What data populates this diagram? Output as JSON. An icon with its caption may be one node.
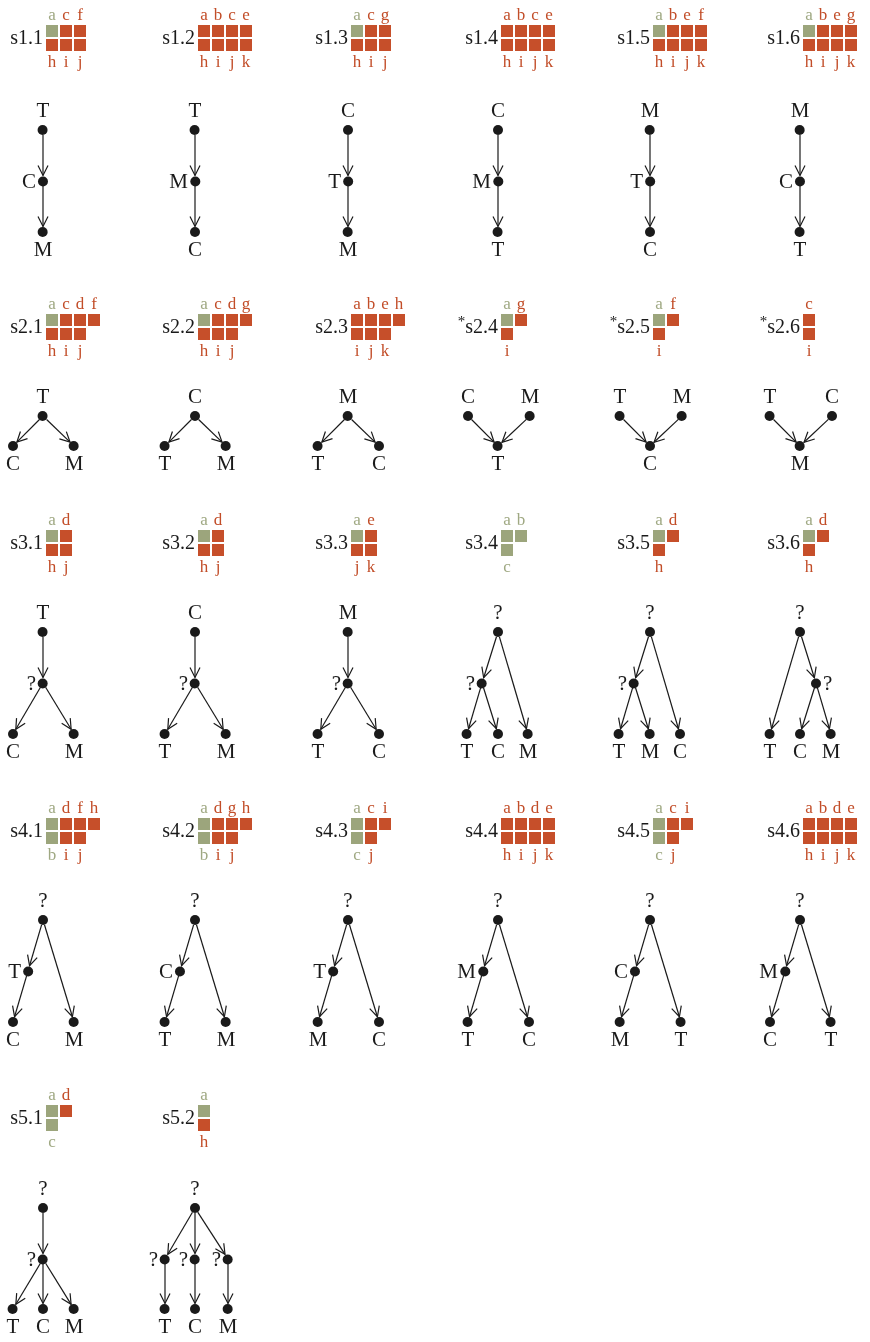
{
  "diagram": {
    "nodes": [
      {
        "text": [
          "T"
        ]
      },
      {
        "text": [
          "C"
        ]
      },
      {
        "text": [
          "M"
        ]
      },
      {
        "text": [
          "T"
        ]
      },
      {
        "text": [
          "M"
        ]
      },
      {
        "text": [
          "C"
        ]
      },
      {
        "text": [
          "C"
        ]
      },
      {
        "text": [
          "T"
        ]
      },
      {
        "text": [
          "M"
        ]
      },
      {
        "text": [
          "C"
        ]
      },
      {
        "text": [
          "M"
        ]
      },
      {
        "text": [
          "T"
        ]
      },
      {
        "text": [
          "M"
        ]
      },
      {
        "text": [
          "T"
        ]
      },
      {
        "text": [
          "C"
        ]
      },
      {
        "text": [
          "M"
        ]
      },
      {
        "text": [
          "C"
        ]
      },
      {
        "text": [
          "T"
        ]
      },
      {
        "text": [
          "T"
        ]
      },
      {
        "text": [
          "C"
        ]
      },
      {
        "text": [
          "M"
        ]
      },
      {
        "text": [
          "C"
        ]
      },
      {
        "text": [
          "T"
        ]
      },
      {
        "text": [
          "M"
        ]
      },
      {
        "text": [
          "M"
        ]
      },
      {
        "text": [
          "T"
        ]
      },
      {
        "text": [
          "C"
        ]
      },
      {
        "text": [
          "C"
        ]
      },
      {
        "text": [
          "M"
        ]
      },
      {
        "text": [
          "T"
        ]
      },
      {
        "text": [
          "T"
        ]
      },
      {
        "text": [
          "M"
        ]
      },
      {
        "text": [
          "C"
        ]
      },
      {
        "text": [
          "T"
        ]
      },
      {
        "text": [
          "C"
        ]
      },
      {
        "text": [
          "M"
        ]
      },
      {
        "text": [
          "T"
        ]
      },
      {
        "text": [
          "?"
        ]
      },
      {
        "text": [
          "C"
        ]
      },
      {
        "text": [
          "M"
        ]
      },
      {
        "text": [
          "C"
        ]
      },
      {
        "text": [
          "?"
        ]
      },
      {
        "text": [
          "T"
        ]
      },
      {
        "text": [
          "M"
        ]
      },
      {
        "text": [
          "M"
        ]
      },
      {
        "text": [
          "?"
        ]
      },
      {
        "text": [
          "T"
        ]
      },
      {
        "text": [
          "C"
        ]
      },
      {
        "text": [
          "?"
        ]
      },
      {
        "text": [
          "?"
        ]
      },
      {
        "text": [
          "T"
        ]
      },
      {
        "text": [
          "C"
        ]
      },
      {
        "text": [
          "M"
        ]
      },
      {
        "text": [
          "?"
        ]
      },
      {
        "text": [
          "?"
        ]
      },
      {
        "text": [
          "T"
        ]
      },
      {
        "text": [
          "M"
        ]
      },
      {
        "text": [
          "C"
        ]
      },
      {
        "text": [
          "?"
        ]
      },
      {
        "text": [
          "?"
        ]
      },
      {
        "text": [
          "T"
        ]
      },
      {
        "text": [
          "C"
        ]
      },
      {
        "text": [
          "M"
        ]
      },
      {
        "text": [
          "?"
        ]
      },
      {
        "text": [
          "T"
        ]
      },
      {
        "text": [
          "C"
        ]
      },
      {
        "text": [
          "M"
        ]
      },
      {
        "text": [
          "?"
        ]
      },
      {
        "text": [
          "C"
        ]
      },
      {
        "text": [
          "T"
        ]
      },
      {
        "text": [
          "M"
        ]
      },
      {
        "text": [
          "?"
        ]
      },
      {
        "text": [
          "T"
        ]
      },
      {
        "text": [
          "M"
        ]
      },
      {
        "text": [
          "C"
        ]
      },
      {
        "text": [
          "?"
        ]
      },
      {
        "text": [
          "M"
        ]
      },
      {
        "text": [
          "T"
        ]
      },
      {
        "text": [
          "C"
        ]
      },
      {
        "text": [
          "?"
        ]
      },
      {
        "text": [
          "C"
        ]
      },
      {
        "text": [
          "M"
        ]
      },
      {
        "text": [
          "T"
        ]
      },
      {
        "text": [
          "?"
        ]
      },
      {
        "text": [
          "M"
        ]
      },
      {
        "text": [
          "C"
        ]
      },
      {
        "text": [
          "T"
        ]
      },
      {
        "text": [
          "?"
        ]
      },
      {
        "text": [
          "?"
        ]
      },
      {
        "text": [
          "T"
        ]
      },
      {
        "text": [
          "C"
        ]
      },
      {
        "text": [
          "M"
        ]
      },
      {
        "text": [
          "?"
        ]
      },
      {
        "text": [
          "?"
        ]
      },
      {
        "text": [
          "?"
        ]
      },
      {
        "text": [
          "?"
        ]
      },
      {
        "text": [
          "T"
        ]
      },
      {
        "text": [
          "C"
        ]
      },
      {
        "text": [
          "M"
        ]
      }
    ],
    "edges": [
      {
        "from": 0,
        "to": 1,
        "arrow": "to"
      },
      {
        "from": 1,
        "to": 2,
        "arrow": "to"
      },
      {
        "from": 3,
        "to": 4,
        "arrow": "to"
      },
      {
        "from": 4,
        "to": 5,
        "arrow": "to"
      },
      {
        "from": 6,
        "to": 7,
        "arrow": "to"
      },
      {
        "from": 7,
        "to": 8,
        "arrow": "to"
      },
      {
        "from": 9,
        "to": 10,
        "arrow": "to"
      },
      {
        "from": 10,
        "to": 11,
        "arrow": "to"
      },
      {
        "from": 12,
        "to": 13,
        "arrow": "to"
      },
      {
        "from": 13,
        "to": 14,
        "arrow": "to"
      },
      {
        "from": 15,
        "to": 16,
        "arrow": "to"
      },
      {
        "from": 16,
        "to": 17,
        "arrow": "to"
      },
      {
        "from": 18,
        "to": 19,
        "arrow": "to"
      },
      {
        "from": 18,
        "to": 20,
        "arrow": "to"
      },
      {
        "from": 21,
        "to": 22,
        "arrow": "to"
      },
      {
        "from": 21,
        "to": 23,
        "arrow": "to"
      },
      {
        "from": 24,
        "to": 25,
        "arrow": "to"
      },
      {
        "from": 24,
        "to": 26,
        "arrow": "to"
      },
      {
        "from": 27,
        "to": 29,
        "arrow": "to"
      },
      {
        "from": 28,
        "to": 29,
        "arrow": "to"
      },
      {
        "from": 30,
        "to": 32,
        "arrow": "to"
      },
      {
        "from": 31,
        "to": 32,
        "arrow": "to"
      },
      {
        "from": 33,
        "to": 35,
        "arrow": "to"
      },
      {
        "from": 34,
        "to": 35,
        "arrow": "to"
      },
      {
        "from": 36,
        "to": 37,
        "arrow": "to"
      },
      {
        "from": 37,
        "to": 38,
        "arrow": "to"
      },
      {
        "from": 37,
        "to": 39,
        "arrow": "to"
      },
      {
        "from": 40,
        "to": 41,
        "arrow": "to"
      },
      {
        "from": 41,
        "to": 42,
        "arrow": "to"
      },
      {
        "from": 41,
        "to": 43,
        "arrow": "to"
      },
      {
        "from": 44,
        "to": 45,
        "arrow": "to"
      },
      {
        "from": 45,
        "to": 46,
        "arrow": "to"
      },
      {
        "from": 45,
        "to": 47,
        "arrow": "to"
      },
      {
        "from": 48,
        "to": 49,
        "arrow": "to"
      },
      {
        "from": 48,
        "to": 52,
        "arrow": "to"
      },
      {
        "from": 49,
        "to": 50,
        "arrow": "to"
      },
      {
        "from": 49,
        "to": 51,
        "arrow": "to"
      },
      {
        "from": 53,
        "to": 54,
        "arrow": "to"
      },
      {
        "from": 53,
        "to": 57,
        "arrow": "to"
      },
      {
        "from": 54,
        "to": 55,
        "arrow": "to"
      },
      {
        "from": 54,
        "to": 56,
        "arrow": "to"
      },
      {
        "from": 58,
        "to": 59,
        "arrow": "to"
      },
      {
        "from": 58,
        "to": 60,
        "arrow": "to"
      },
      {
        "from": 59,
        "to": 61,
        "arrow": "to"
      },
      {
        "from": 59,
        "to": 62,
        "arrow": "to"
      },
      {
        "from": 63,
        "to": 64,
        "arrow": "to"
      },
      {
        "from": 63,
        "to": 66,
        "arrow": "to"
      },
      {
        "from": 64,
        "to": 65,
        "arrow": "to"
      },
      {
        "from": 67,
        "to": 68,
        "arrow": "to"
      },
      {
        "from": 67,
        "to": 70,
        "arrow": "to"
      },
      {
        "from": 68,
        "to": 69,
        "arrow": "to"
      },
      {
        "from": 71,
        "to": 72,
        "arrow": "to"
      },
      {
        "from": 71,
        "to": 74,
        "arrow": "to"
      },
      {
        "from": 72,
        "to": 73,
        "arrow": "to"
      },
      {
        "from": 75,
        "to": 76,
        "arrow": "to"
      },
      {
        "from": 75,
        "to": 78,
        "arrow": "to"
      },
      {
        "from": 76,
        "to": 77,
        "arrow": "to"
      },
      {
        "from": 79,
        "to": 80,
        "arrow": "to"
      },
      {
        "from": 79,
        "to": 82,
        "arrow": "to"
      },
      {
        "from": 80,
        "to": 81,
        "arrow": "to"
      },
      {
        "from": 83,
        "to": 84,
        "arrow": "to"
      },
      {
        "from": 83,
        "to": 86,
        "arrow": "to"
      },
      {
        "from": 84,
        "to": 85,
        "arrow": "to"
      },
      {
        "from": 87,
        "to": 88,
        "arrow": "to"
      },
      {
        "from": 88,
        "to": 89,
        "arrow": "to"
      },
      {
        "from": 88,
        "to": 90,
        "arrow": "to"
      },
      {
        "from": 88,
        "to": 91,
        "arrow": "to"
      },
      {
        "from": 92,
        "to": 93,
        "arrow": "to"
      },
      {
        "from": 92,
        "to": 94,
        "arrow": "to"
      },
      {
        "from": 92,
        "to": 95,
        "arrow": "to"
      },
      {
        "from": 93,
        "to": 96,
        "arrow": "to"
      },
      {
        "from": 94,
        "to": 97,
        "arrow": "to"
      },
      {
        "from": 95,
        "to": 98,
        "arrow": "to"
      }
    ],
    "labels": [
      "s1.1",
      "a",
      "c",
      "f",
      "h",
      "i",
      "j",
      "s1.2",
      "a",
      "b",
      "c",
      "e",
      "h",
      "i",
      "j",
      "k",
      "s1.3",
      "a",
      "c",
      "g",
      "h",
      "i",
      "j",
      "s1.4",
      "a",
      "b",
      "c",
      "e",
      "h",
      "i",
      "j",
      "k",
      "s1.5",
      "a",
      "b",
      "e",
      "f",
      "h",
      "i",
      "j",
      "k",
      "s1.6",
      "a",
      "b",
      "e",
      "g",
      "h",
      "i",
      "j",
      "k",
      "s2.1",
      "a",
      "c",
      "d",
      "f",
      "h",
      "i",
      "j",
      "s2.2",
      "a",
      "c",
      "d",
      "g",
      "h",
      "i",
      "j",
      "s2.3",
      "a",
      "b",
      "e",
      "h",
      "i",
      "j",
      "k",
      "$^{*}$s2.4",
      "a",
      "g",
      "i",
      "$^{*}$s2.5",
      "a",
      "f",
      "i",
      "$^{*}$s2.6",
      "c",
      "i",
      "s3.1",
      "a",
      "d",
      "h",
      "j",
      "s3.2",
      "a",
      "d",
      "h",
      "j",
      "s3.3",
      "a",
      "e",
      "j",
      "k",
      "s3.4",
      "a",
      "b",
      "c",
      "s3.5",
      "a",
      "d",
      "h",
      "s3.6",
      "a",
      "d",
      "h",
      "s4.1",
      "a",
      "d",
      "f",
      "h",
      "b",
      "i",
      "j",
      "s4.2",
      "a",
      "d",
      "g",
      "h",
      "b",
      "i",
      "j",
      "s4.3",
      "a",
      "c",
      "i",
      "c",
      "j",
      "s4.4",
      "a",
      "b",
      "d",
      "e",
      "h",
      "i",
      "j",
      "k",
      "s4.5",
      "a",
      "c",
      "i",
      "c",
      "j",
      "s4.6",
      "a",
      "b",
      "d",
      "e",
      "h",
      "i",
      "j",
      "k",
      "s5.1",
      "a",
      "d",
      "c",
      "s5.2",
      "a",
      "h"
    ]
  }
}
